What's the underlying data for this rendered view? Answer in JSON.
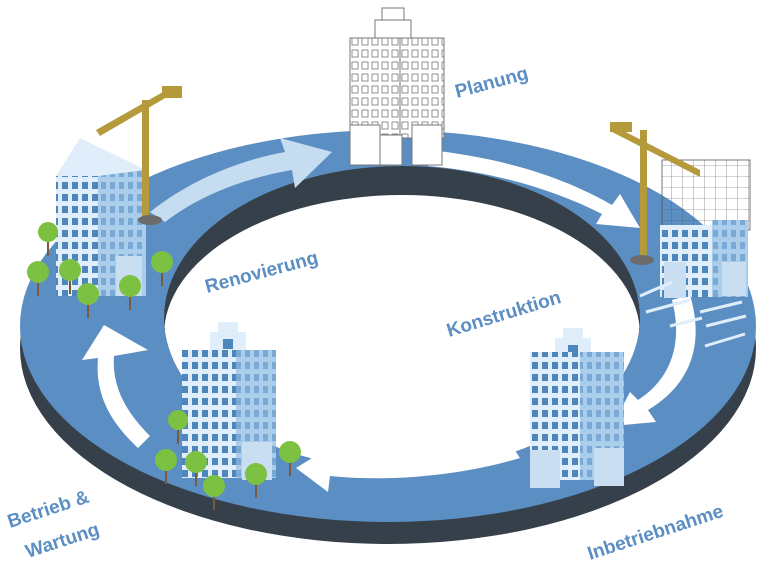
{
  "stages": {
    "planung": "Planung",
    "konstruktion": "Konstruktion",
    "inbetriebnahme": "Inbetriebnahme",
    "betrieb_line1": "Betrieb &",
    "betrieb_line2": "Wartung",
    "renovierung": "Renovierung"
  },
  "colors": {
    "ring_top": "#5b8fc4",
    "ring_side": "#35404a",
    "label": "#5b8fc4",
    "arrow": "#ffffff",
    "building_light": "#dfeefa",
    "building_mid": "#a9cdeb",
    "window": "#4d85bd",
    "crane": "#b59a3c",
    "tree": "#7cc142"
  }
}
